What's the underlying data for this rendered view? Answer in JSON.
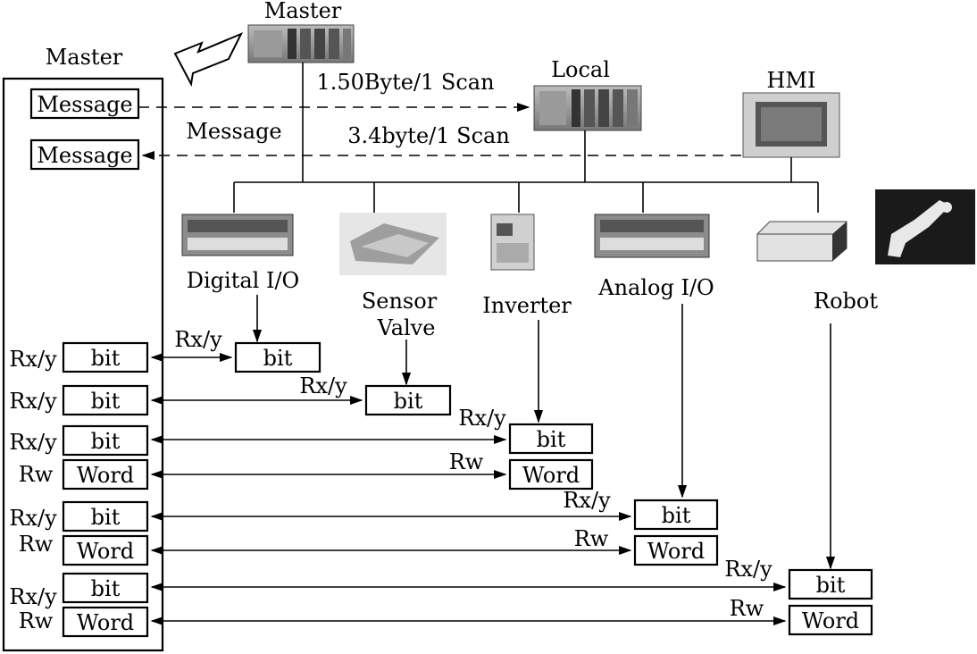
{
  "master": {
    "label": "Master",
    "messages": [
      "Message",
      "Message"
    ],
    "device_label": "Master"
  },
  "local": {
    "label": "Local"
  },
  "hmi": {
    "label": "HMI"
  },
  "links": {
    "master_to_local": "1.50Byte/1 Scan",
    "hmi_message": "Message",
    "hmi_to_master": "3.4byte/1 Scan"
  },
  "devices": {
    "digital_io": "Digital I/O",
    "sensor": "Sensor",
    "valve": "Valve",
    "inverter": "Inverter",
    "analog_io": "Analog I/O",
    "robot": "Robot"
  },
  "rows": [
    {
      "side_label": "Rx/y",
      "cell": "bit",
      "link_label": "Rx/y",
      "target": "bit"
    },
    {
      "side_label": "Rx/y",
      "cell": "bit",
      "link_label": "Rx/y",
      "target": "bit"
    },
    {
      "side_label": "Rx/y",
      "cell": "bit",
      "link_label": "Rx/y",
      "target": "bit"
    },
    {
      "side_label": "Rw",
      "cell": "Word",
      "link_label": "Rw",
      "target": "Word"
    },
    {
      "side_label": "Rx/y",
      "cell": "bit",
      "link_label": "Rx/y",
      "target": "bit"
    },
    {
      "side_label": "Rw",
      "cell": "Word",
      "link_label": "Rw",
      "target": "Word"
    },
    {
      "side_label": "Rx/y",
      "cell": "bit",
      "link_label": "Rx/y",
      "target": "bit"
    },
    {
      "side_label": "Rw",
      "cell": "Word",
      "link_label": "Rw",
      "target": "Word"
    }
  ]
}
